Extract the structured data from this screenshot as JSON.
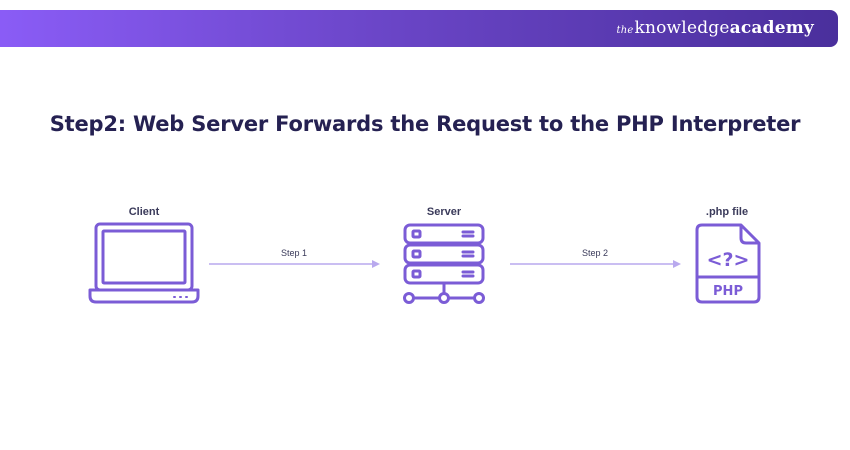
{
  "header": {
    "brand_prefix": "the",
    "brand_main": "knowledge",
    "brand_suffix": "academy"
  },
  "title": "Step2: Web Server Forwards the Request to the PHP Interpreter",
  "diagram": {
    "nodes": [
      {
        "label": "Client",
        "icon": "laptop-icon"
      },
      {
        "label": "Server",
        "icon": "server-icon"
      },
      {
        "label": ".php file",
        "icon": "php-file-icon",
        "file_text": "PHP",
        "file_symbol": "<?>"
      }
    ],
    "edges": [
      {
        "label": "Step 1"
      },
      {
        "label": "Step 2"
      }
    ]
  },
  "colors": {
    "accent": "#7b5cd6",
    "arrow": "#b9a9ee",
    "title": "#252152"
  }
}
